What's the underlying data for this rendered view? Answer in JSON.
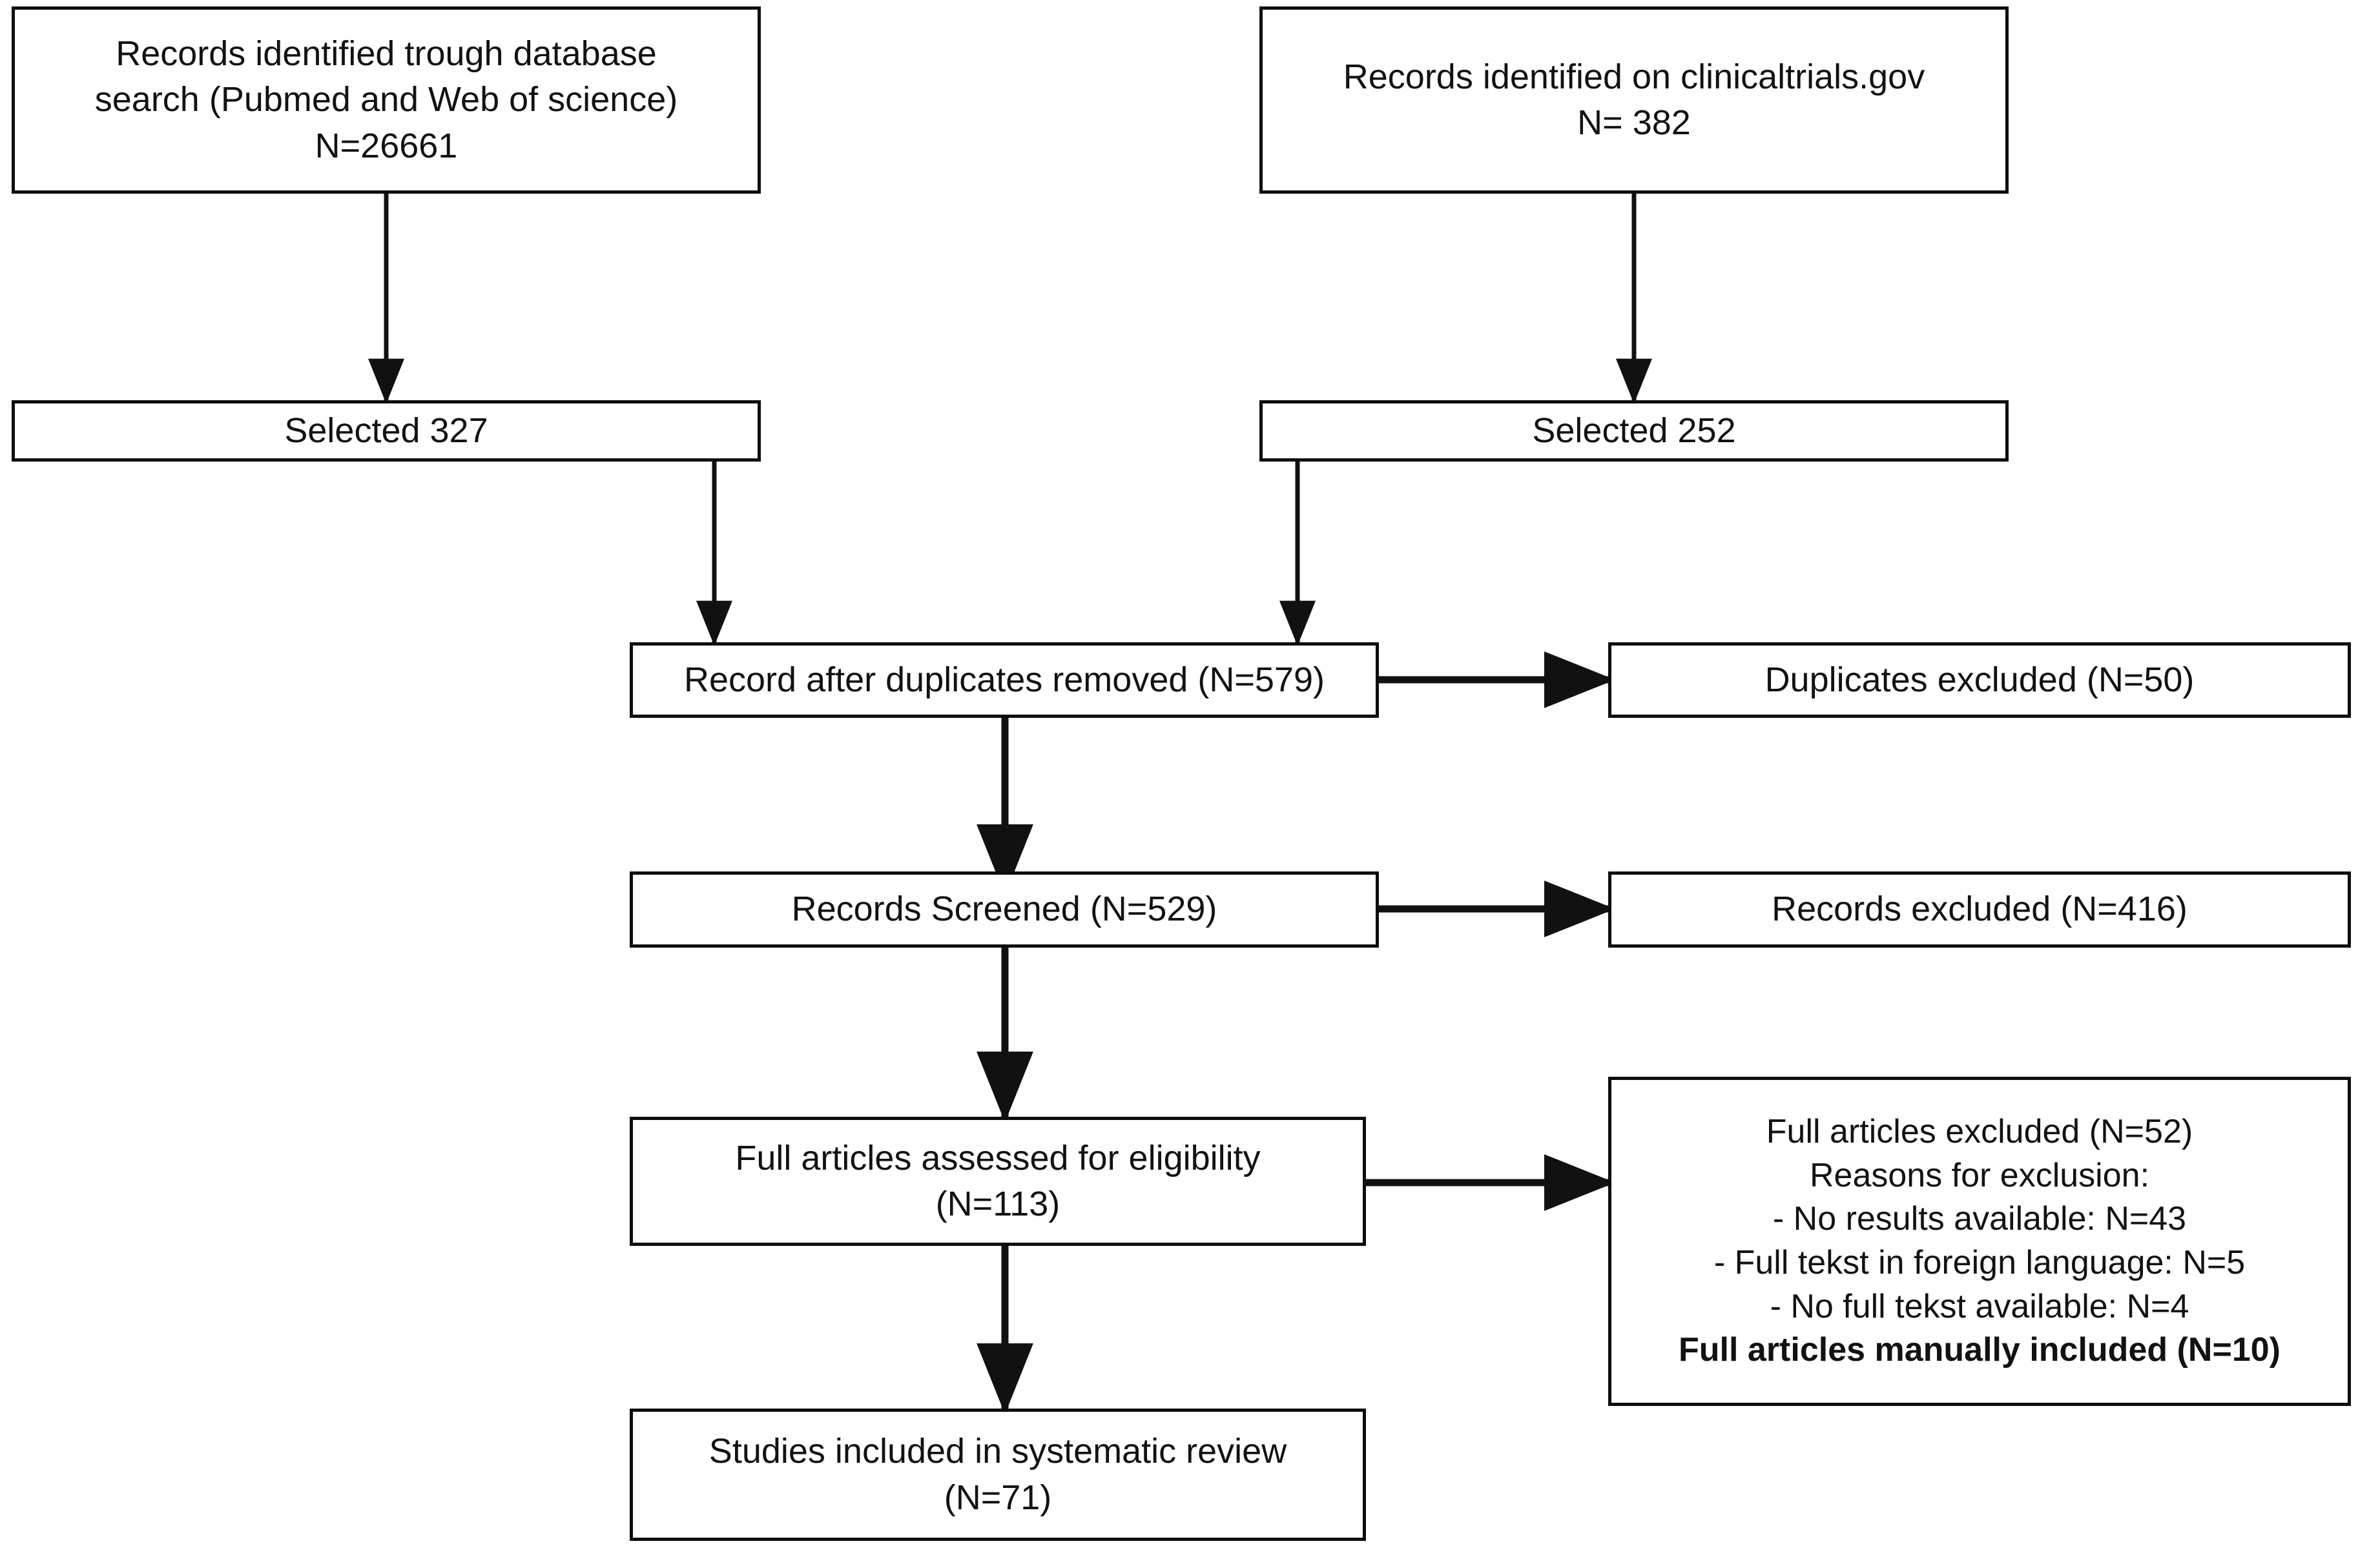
{
  "diagram": {
    "type": "prisma-flow-diagram",
    "title": "PRISMA study selection flow diagram",
    "nodes": [
      {
        "id": "database-search",
        "name": "records-identified-database-search",
        "lines": [
          "Records identified trough database",
          "search (Pubmed and Web of science)",
          "N=26661"
        ],
        "count": 26661
      },
      {
        "id": "clinicaltrials-search",
        "name": "records-identified-clinicaltrials",
        "lines": [
          "Records identified on clinicaltrials.gov",
          "N= 382"
        ],
        "count": 382
      },
      {
        "id": "selected-327",
        "name": "selected-database-records",
        "lines": [
          "Selected 327"
        ],
        "count": 327
      },
      {
        "id": "selected-252",
        "name": "selected-clinicaltrials-records",
        "lines": [
          "Selected 252"
        ],
        "count": 252
      },
      {
        "id": "after-duplicates",
        "name": "records-after-duplicates-removed",
        "lines": [
          "Record after duplicates removed (N=579)"
        ],
        "count": 579
      },
      {
        "id": "duplicates-excluded",
        "name": "duplicates-excluded",
        "lines": [
          "Duplicates excluded (N=50)"
        ],
        "count": 50
      },
      {
        "id": "records-screened",
        "name": "records-screened",
        "lines": [
          "Records Screened (N=529)"
        ],
        "count": 529
      },
      {
        "id": "records-excluded",
        "name": "records-excluded",
        "lines": [
          "Records excluded (N=416)"
        ],
        "count": 416
      },
      {
        "id": "full-articles-eligibility",
        "name": "full-articles-assessed-for-eligibility",
        "lines": [
          "Full articles assessed for eligibility",
          "(N=113)"
        ],
        "count": 113
      },
      {
        "id": "full-articles-excluded",
        "name": "full-articles-excluded-reasons",
        "lines": [
          "Full articles excluded (N=52)",
          "Reasons for exclusion:",
          "- No results available: N=43",
          "- Full tekst in foreign language: N=5",
          "- No full tekst available: N=4",
          "Full articles manually included (N=10)"
        ],
        "bold_lines": [
          "Full articles manually included (N=10)"
        ],
        "count": 52
      },
      {
        "id": "studies-included",
        "name": "studies-included-in-systematic-review",
        "lines": [
          "Studies included in systematic review",
          "(N=71)"
        ],
        "count": 71
      }
    ],
    "edges": [
      {
        "from": "database-search",
        "to": "selected-327",
        "direction": "down"
      },
      {
        "from": "clinicaltrials-search",
        "to": "selected-252",
        "direction": "down"
      },
      {
        "from": "selected-327",
        "to": "after-duplicates",
        "direction": "down"
      },
      {
        "from": "selected-252",
        "to": "after-duplicates",
        "direction": "down"
      },
      {
        "from": "after-duplicates",
        "to": "duplicates-excluded",
        "direction": "right"
      },
      {
        "from": "after-duplicates",
        "to": "records-screened",
        "direction": "down"
      },
      {
        "from": "records-screened",
        "to": "records-excluded",
        "direction": "right"
      },
      {
        "from": "records-screened",
        "to": "full-articles-eligibility",
        "direction": "down"
      },
      {
        "from": "full-articles-eligibility",
        "to": "full-articles-excluded",
        "direction": "right"
      },
      {
        "from": "full-articles-eligibility",
        "to": "studies-included",
        "direction": "down"
      }
    ],
    "colors": {
      "box_border": "#0d0d0d",
      "box_fill": "#ffffff",
      "connector": "#111111",
      "text": "#121212",
      "background": "#ffffff"
    }
  }
}
